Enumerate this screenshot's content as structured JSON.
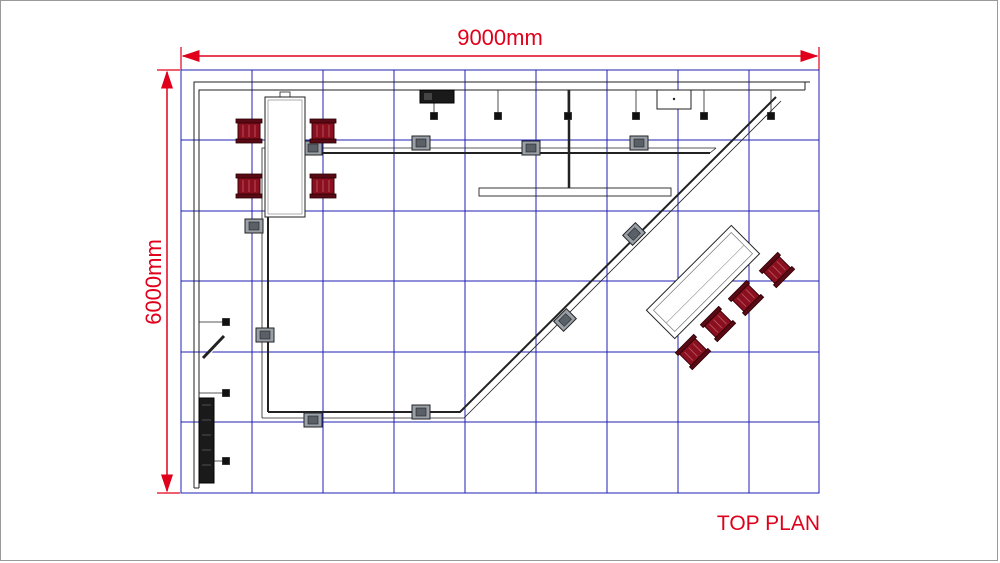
{
  "dimensions": {
    "width_label": "9000mm",
    "height_label": "6000mm"
  },
  "caption": "TOP PLAN",
  "colors": {
    "dimension": "#e0001b",
    "grid": "#1f1fb4",
    "structure": "#222222",
    "chair": "#8a1020",
    "frame": "#9a9a9a"
  },
  "icons": {
    "chair": "chair-icon",
    "spotlight": "spotlight-icon",
    "truss-joint": "truss-joint-icon",
    "monitor": "monitor-icon",
    "projector": "projector-icon",
    "shelf": "shelf-icon"
  }
}
